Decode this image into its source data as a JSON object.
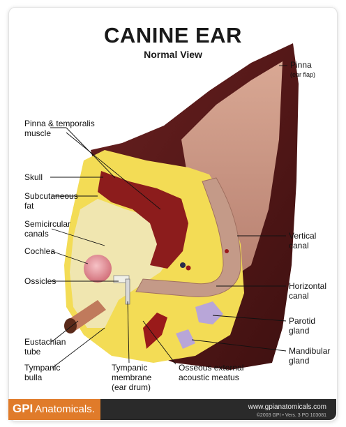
{
  "title": "CANINE EAR",
  "subtitle": "Normal View",
  "labels": {
    "pinna": "Pinna",
    "pinna_sub": "(ear flap)",
    "pinna_temporalis_1": "Pinna & temporalis",
    "pinna_temporalis_2": "muscle",
    "skull": "Skull",
    "subcutaneous_1": "Subcutaneous",
    "subcutaneous_2": "fat",
    "semicircular_1": "Semicircular",
    "semicircular_2": "canals",
    "cochlea": "Cochlea",
    "ossicles": "Ossicles",
    "eustachian_1": "Eustachian",
    "eustachian_2": "tube",
    "tympanic_bulla_1": "Tympanic",
    "tympanic_bulla_2": "bulla",
    "tympanic_membrane_1": "Tympanic",
    "tympanic_membrane_2": "membrane",
    "tympanic_membrane_3": "(ear drum)",
    "osseous_1": "Osseous external",
    "osseous_2": "acoustic meatus",
    "vertical_canal_1": "Vertical",
    "vertical_canal_2": "canal",
    "horizontal_canal_1": "Horizontal",
    "horizontal_canal_2": "canal",
    "parotid_1": "Parotid",
    "parotid_2": "gland",
    "mandibular_1": "Mandibular",
    "mandibular_2": "gland"
  },
  "footer": {
    "brand_bold": "GPI",
    "brand_rest": "Anatomicals.",
    "url": "www.gpianatomicals.com",
    "copyright": "©2003 GPI • Vers. 3 PO 103081"
  },
  "colors": {
    "pinna_dark": "#5a1a1a",
    "pinna_inner": "#c89684",
    "muscle": "#8c1c1c",
    "fat": "#f2d84a",
    "bone": "#f0e6b0",
    "cochlea": "#e89aa0",
    "gland": "#b8a6d8",
    "footer_orange": "#e07b2a"
  }
}
